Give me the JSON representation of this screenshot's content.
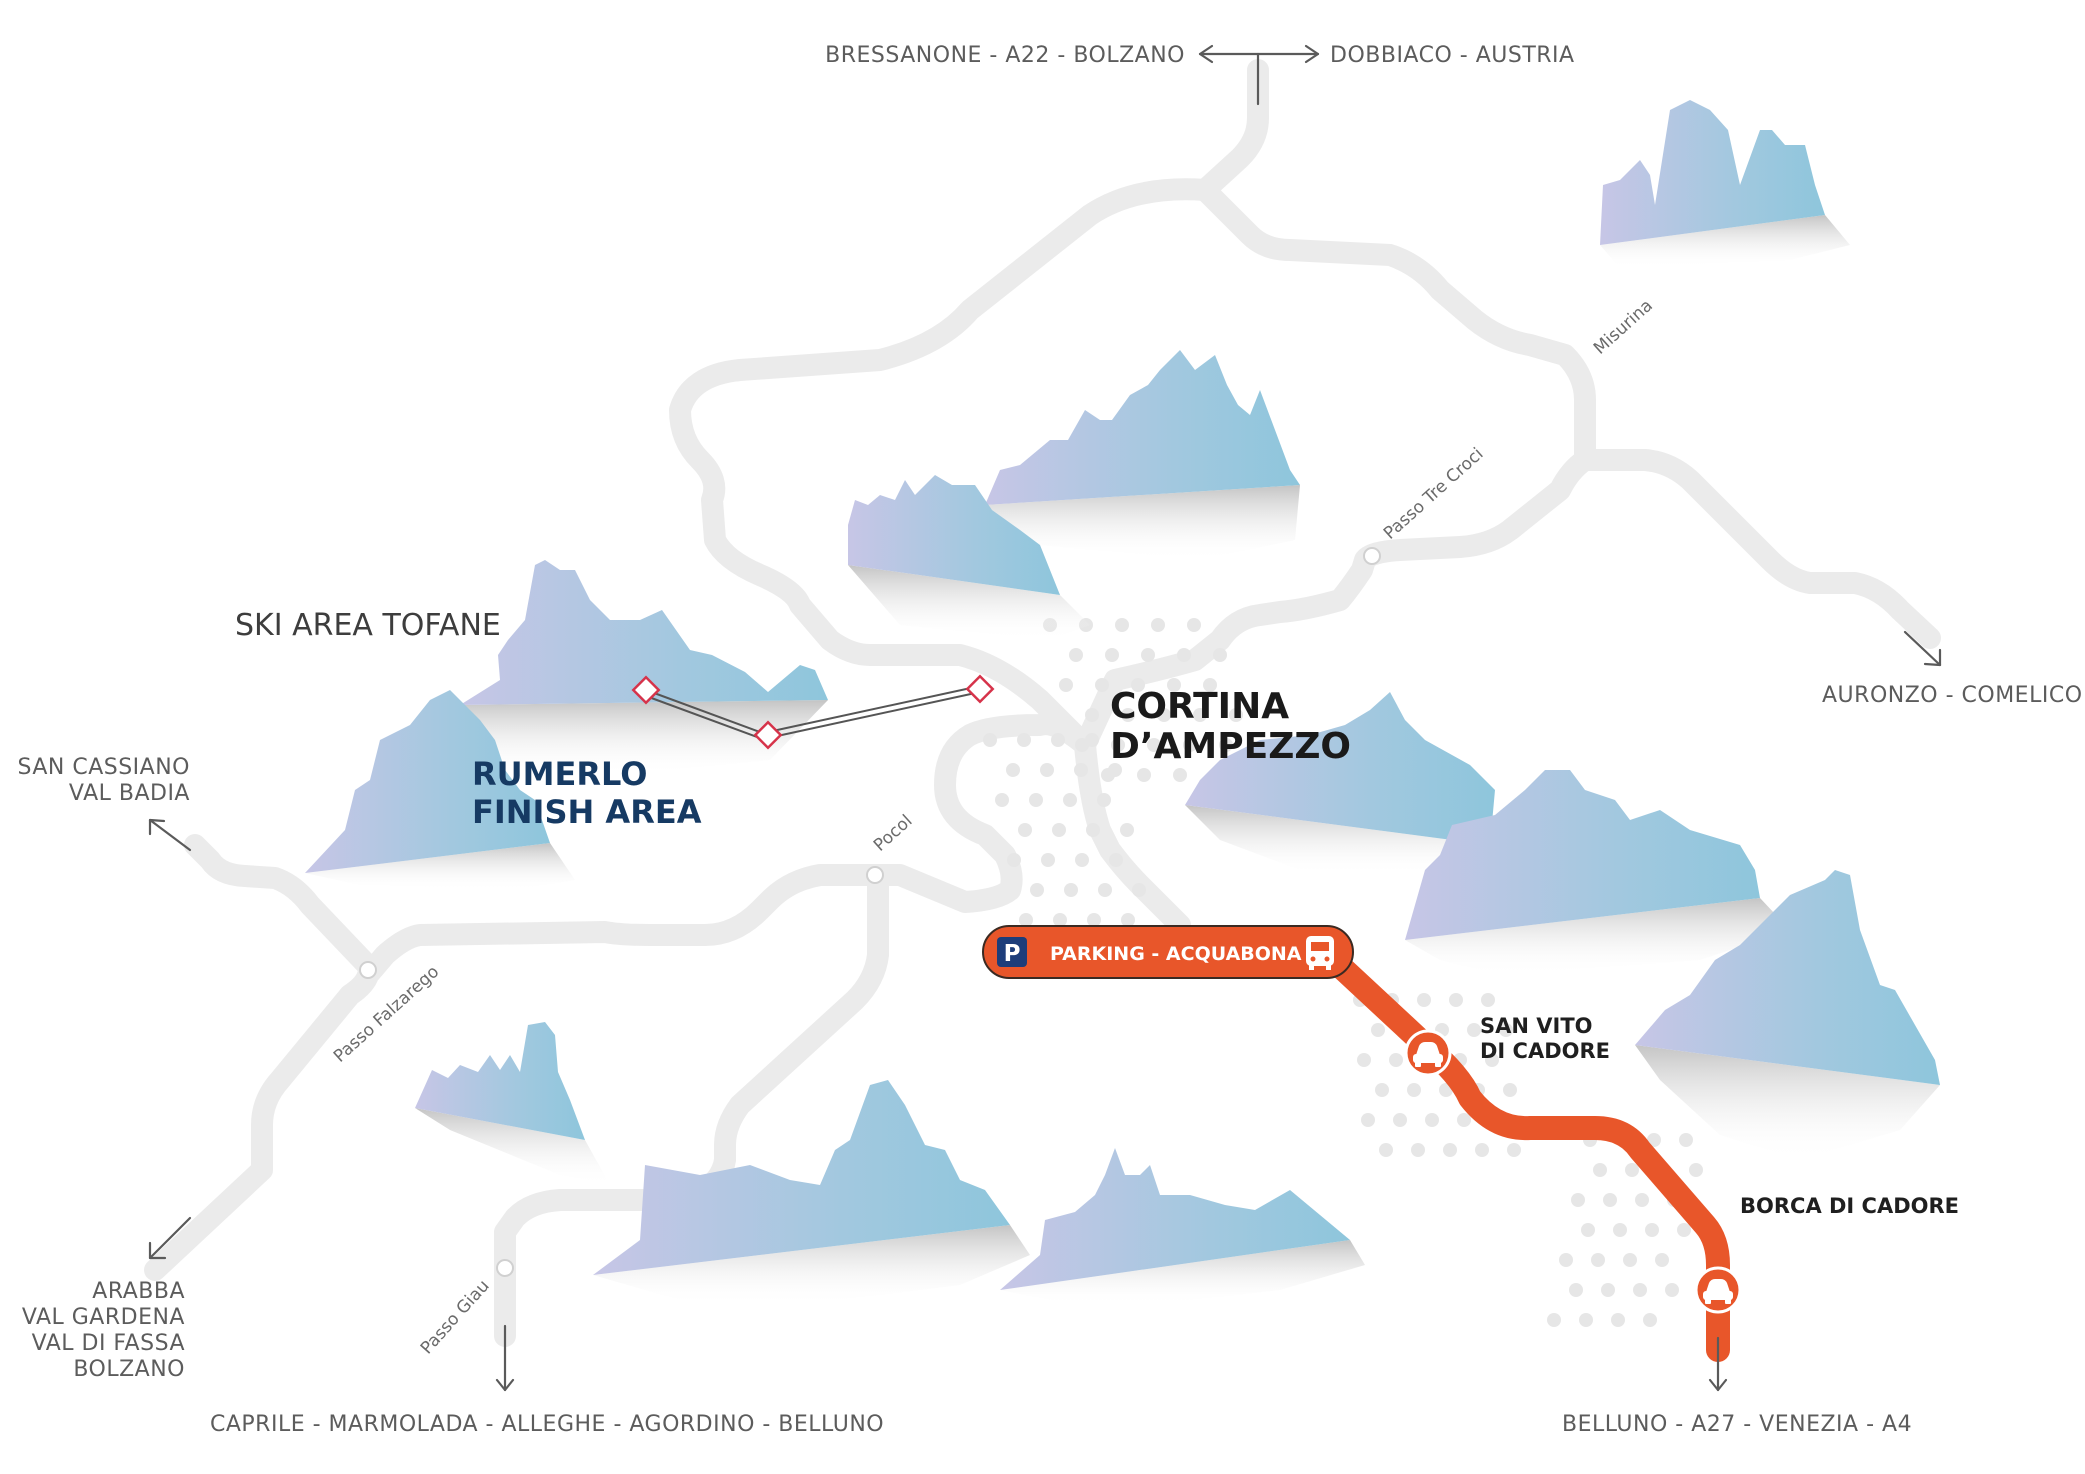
{
  "labels": {
    "north_left": "BRESSANONE - A22 - BOLZANO",
    "north_right": "DOBBIACO - AUSTRIA",
    "east": "AURONZO - COMELICO",
    "west_1": "SAN CASSIANO",
    "west_2": "VAL BADIA",
    "southwest_1": "ARABBA",
    "southwest_2": "VAL GARDENA",
    "southwest_3": "VAL DI FASSA",
    "southwest_4": "BOLZANO",
    "south_center": "CAPRILE - MARMOLADA - ALLEGHE - AGORDINO - BELLUNO",
    "south_right": "BELLUNO - A27 - VENEZIA - A4",
    "ski_area": "SKI AREA TOFANE",
    "finish_1": "RUMERLO",
    "finish_2": "FINISH AREA",
    "city_1": "CORTINA",
    "city_2": "D’AMPEZZO",
    "san_vito_1": "SAN VITO",
    "san_vito_2": "DI CADORE",
    "borca": "BORCA DI CADORE",
    "parking": "PARKING - ACQUABONA",
    "parking_symbol": "P"
  },
  "passes": {
    "misurina": "Misurina",
    "tre_croci": "Passo Tre Croci",
    "pocol": "Pocol",
    "falzarego": "Passo Falzarego",
    "giau": "Passo Giau"
  },
  "colors": {
    "road": "#ebebeb",
    "route": "#e8562a",
    "parking_badge": "#1d3d7a",
    "finish_text": "#163a63",
    "lift_marker": "#d6334a",
    "mountain_light": "#c7c6e6",
    "mountain_dark": "#8ec6dc"
  },
  "icons": {
    "parking": "parking-sign-icon",
    "bus": "bus-icon",
    "car": "car-icon",
    "lift_station": "lift-station-icon",
    "direction": "arrow-icon"
  }
}
